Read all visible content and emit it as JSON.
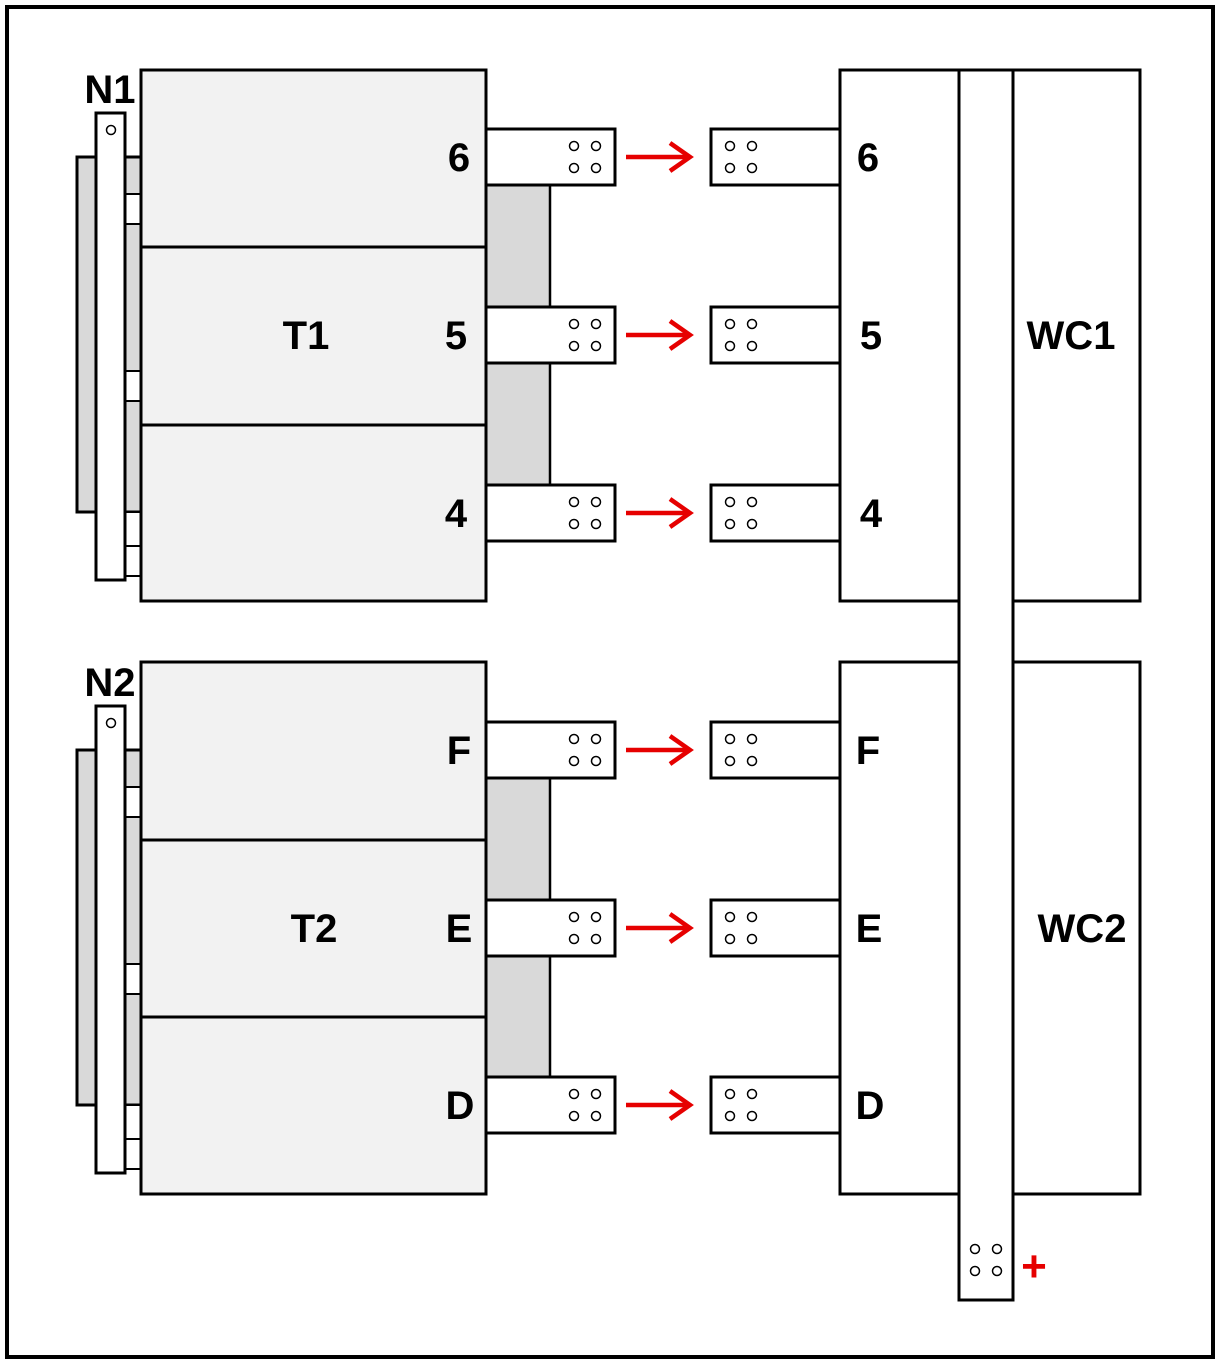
{
  "units": [
    {
      "neutral_label": "N1",
      "transformer_label": "T1",
      "winding_label": "WC1",
      "terminals": [
        {
          "src_label": "6",
          "dst_label": "6"
        },
        {
          "src_label": "5",
          "dst_label": "5"
        },
        {
          "src_label": "4",
          "dst_label": "4"
        }
      ]
    },
    {
      "neutral_label": "N2",
      "transformer_label": "T2",
      "winding_label": "WC2",
      "terminals": [
        {
          "src_label": "F",
          "dst_label": "F"
        },
        {
          "src_label": "E",
          "dst_label": "E"
        },
        {
          "src_label": "D",
          "dst_label": "D"
        }
      ]
    }
  ],
  "busbar": {
    "polarity_label": "+"
  },
  "colors": {
    "line": "#000000",
    "panel_fill": "#f2f2f2",
    "shade_fill": "#d9d9d9",
    "white": "#ffffff",
    "arrow": "#e60000"
  }
}
